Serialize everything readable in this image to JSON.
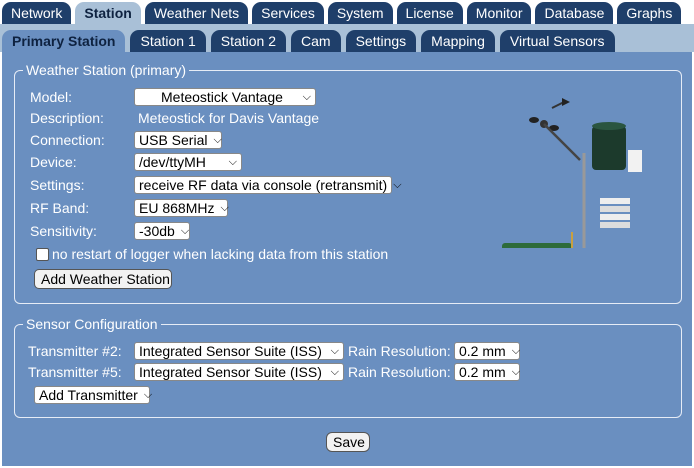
{
  "main_tabs": [
    {
      "label": "Network",
      "active": false
    },
    {
      "label": "Station",
      "active": true
    },
    {
      "label": "Weather Nets",
      "active": false
    },
    {
      "label": "Services",
      "active": false
    },
    {
      "label": "System",
      "active": false
    },
    {
      "label": "License",
      "active": false
    },
    {
      "label": "Monitor",
      "active": false
    },
    {
      "label": "Database",
      "active": false
    },
    {
      "label": "Graphs",
      "active": false
    }
  ],
  "sub_tabs": [
    {
      "label": "Primary Station",
      "active": true
    },
    {
      "label": "Station 1",
      "active": false
    },
    {
      "label": "Station 2",
      "active": false
    },
    {
      "label": "Cam",
      "active": false
    },
    {
      "label": "Settings",
      "active": false
    },
    {
      "label": "Mapping",
      "active": false
    },
    {
      "label": "Virtual Sensors",
      "active": false
    }
  ],
  "weather_station": {
    "legend": "Weather Station (primary)",
    "model_label": "Model:",
    "model_value": "Meteostick Vantage",
    "description_label": "Description:",
    "description_value": "Meteostick for Davis Vantage",
    "connection_label": "Connection:",
    "connection_value": "USB Serial",
    "device_label": "Device:",
    "device_value": "/dev/ttyMH",
    "settings_label": "Settings:",
    "settings_value": "receive RF data via console (retransmit)",
    "rfband_label": "RF Band:",
    "rfband_value": "EU 868MHz",
    "sensitivity_label": "Sensitivity:",
    "sensitivity_value": "-30db",
    "norestart_label": "no restart of logger when lacking data from this station",
    "add_button": "Add Weather Station"
  },
  "sensor_config": {
    "legend": "Sensor Configuration",
    "transmitters": [
      {
        "label": "Transmitter #2:",
        "type": "Integrated Sensor Suite (ISS)",
        "rain_label": "Rain Resolution:",
        "rain_value": "0.2 mm"
      },
      {
        "label": "Transmitter #5:",
        "type": "Integrated Sensor Suite (ISS)",
        "rain_label": "Rain Resolution:",
        "rain_value": "0.2 mm"
      }
    ],
    "add_transmitter": "Add Transmitter"
  },
  "save_label": "Save",
  "colors": {
    "dark_tab": "#1f3f6a",
    "panel": "#6a8fc0",
    "light_band": "#a9c0d7"
  }
}
